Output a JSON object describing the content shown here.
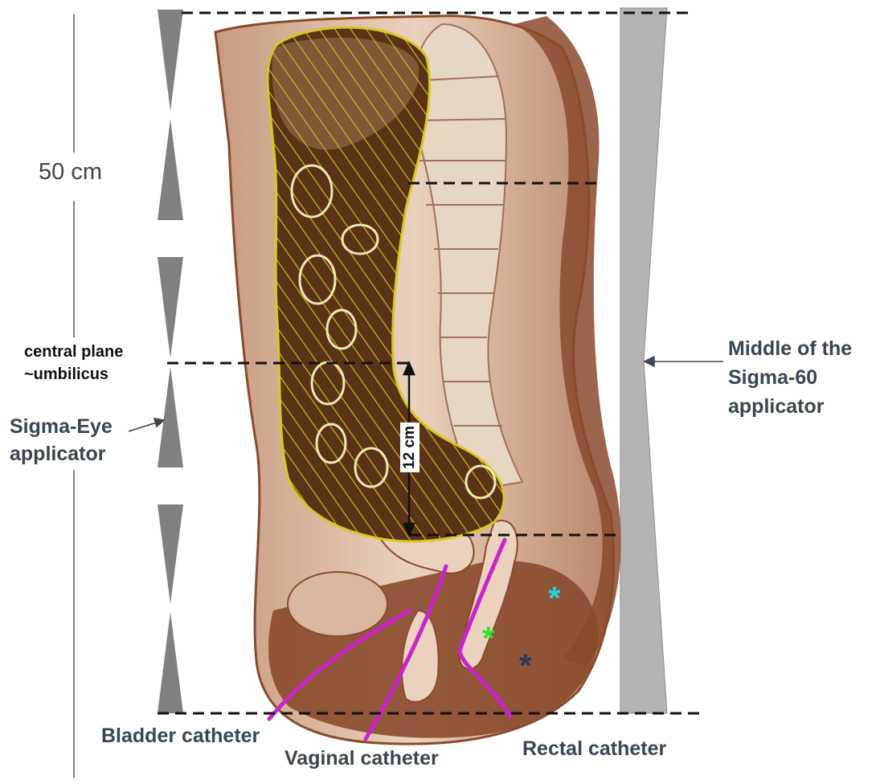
{
  "labels": {
    "total_height": "50 cm",
    "central_plane_line1": "central plane",
    "central_plane_line2": "~umbilicus",
    "sigma_eye_line1": "Sigma-Eye",
    "sigma_eye_line2": "applicator",
    "sigma60_line1": "Middle of the",
    "sigma60_line2": "Sigma-60",
    "sigma60_line3": "applicator",
    "distance": "12 cm",
    "bladder_catheter": "Bladder catheter",
    "vaginal_catheter": "Vaginal catheter",
    "rectal_catheter": "Rectal catheter"
  },
  "colors": {
    "applicator_gray": "#808080",
    "sigma60_gray": "#b4b4b4",
    "catheter_magenta": "#cc22cc",
    "hatch_yellow": "#d8c820",
    "tissue_brown": "#8a4a2c",
    "marker_cyan": "#20d8d8",
    "marker_green": "#30e030",
    "marker_navy": "#2a3a5a"
  }
}
